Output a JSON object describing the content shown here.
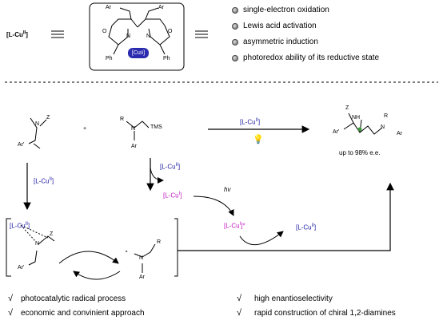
{
  "top": {
    "catalyst_label": "[L-Cu",
    "catalyst_sup": "II",
    "catalyst_close": "]",
    "complex": {
      "ar_left": "Ar",
      "ar_right": "Ar",
      "o_left": "O",
      "o_right": "O",
      "n_left": "N",
      "n_right": "N",
      "ph_left": "Ph",
      "ph_right": "Ph",
      "cu_label": "[Cu",
      "cu_sup": "II",
      "cu_close": "]"
    },
    "features": [
      "single-electron oxidation",
      "Lewis acid activation",
      "asymmetric induction",
      "photoredox ability of its reductive state"
    ]
  },
  "scheme": {
    "imine": {
      "n": "N",
      "z": "Z",
      "ar": "Ar'"
    },
    "plus": "+",
    "amine": {
      "r": "R",
      "n": "N",
      "tms": "TMS",
      "ar": "Ar"
    },
    "reagent_label": "[L-Cu",
    "reagent_sup": "II",
    "reagent_close": "]",
    "product": {
      "z": "Z",
      "nh": "NH",
      "r": "R",
      "ar_left": "Ar'",
      "n": "N",
      "ar_right": "Ar",
      "ee": "up to 98% e.e."
    },
    "left_arrow_label": "[L-Cu",
    "left_arrow_sup": "II",
    "left_arrow_close": "]",
    "mid_arrow_label": "[L-Cu",
    "mid_arrow_sup": "II",
    "mid_arrow_close": "]",
    "cu_i_label": "[L-Cu",
    "cu_i_sup": "I",
    "cu_i_close": "]",
    "hv": "hv",
    "cu_i_star": "[L-Cu",
    "cu_i_star_sup": "I",
    "cu_i_star_close": "]*",
    "cu_ii_out": "[L-Cu",
    "cu_ii_out_sup": "II",
    "cu_ii_out_close": "]",
    "complex_cu": "[L-Cu",
    "complex_cu_sup": "II",
    "complex_cu_close": "]",
    "complex_n": "N",
    "complex_z": "Z",
    "complex_ar": "Ar'",
    "radical_n": "N",
    "radical_r": "R",
    "radical_ar": "Ar"
  },
  "summary": {
    "check": "√",
    "left": [
      "photocatalytic radical process",
      "economic and convinient approach"
    ],
    "right": [
      "high enantioselectivity",
      "rapid construction of chiral 1,2-diamines"
    ]
  }
}
